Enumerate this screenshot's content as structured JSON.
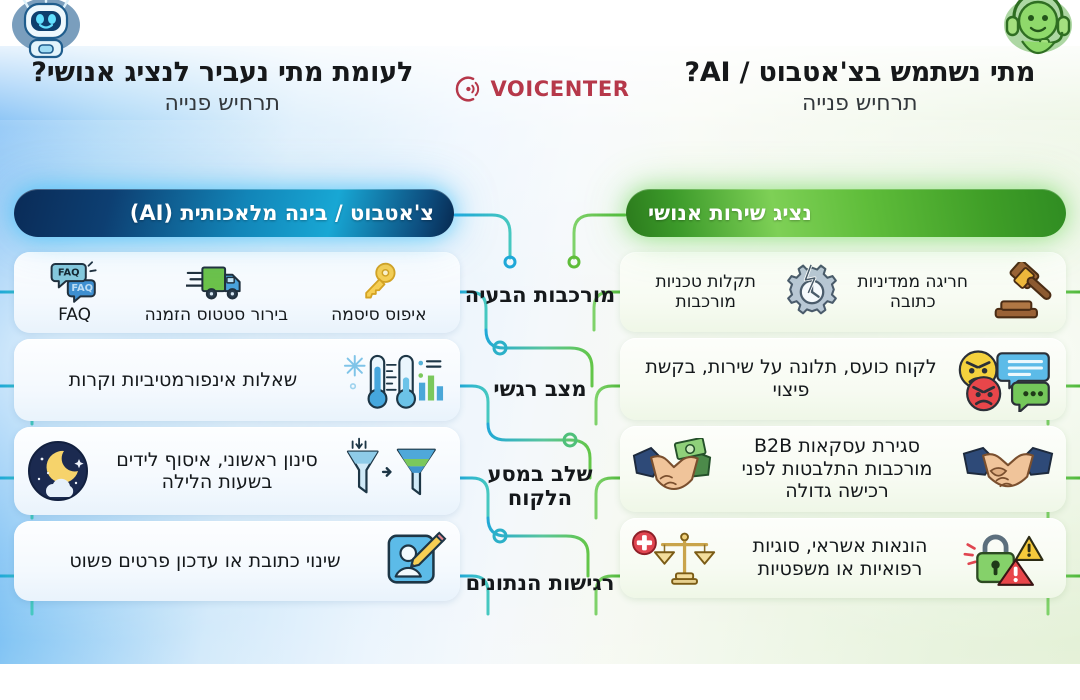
{
  "brand": {
    "name": "VOICENTER",
    "mark_icon": "voicenter-broadcast-icon",
    "color": "#b6384a"
  },
  "header": {
    "right_title": "מתי נשתמש בצ'אטבוט / AI?",
    "right_subtitle": "תרחיש פנייה",
    "left_title": "לעומת מתי נעביר לנציג אנושי?",
    "left_subtitle": "תרחיש פנייה"
  },
  "columns": {
    "ai": {
      "pill_label": "צ'אטבוט / בינה מלאכותית (AI)",
      "avatar_icon": "robot-avatar-icon",
      "accent": "#18a7d4"
    },
    "human": {
      "pill_label": "נציג שירות אנושי",
      "avatar_icon": "headset-agent-avatar-icon",
      "accent": "#5fbd3a"
    }
  },
  "criteria": [
    "מורכבות הבעיה",
    "מצב רגשי",
    "שלב במסע הלקוח",
    "רגישות הנתונים"
  ],
  "ai_rows": [
    {
      "items": [
        {
          "label": "איפוס סיסמה",
          "icon": "key-icon"
        },
        {
          "label": "בירור סטטוס הזמנה",
          "icon": "delivery-truck-icon"
        },
        {
          "label": "FAQ",
          "icon": "faq-speech-bubbles-icon"
        }
      ]
    },
    {
      "text": "שאלות אינפורמטיביות וקרות",
      "icons": [
        "cold-thermometer-icon",
        "snowflake-icon",
        "bar-chart-icon"
      ]
    },
    {
      "text": "סינון ראשוני, איסוף לידים בשעות הלילה",
      "icons": [
        "funnel-filter-icon",
        "night-moon-icon"
      ]
    },
    {
      "text": "שינוי כתובת או עדכון פרטים פשוט",
      "icons": [
        "edit-profile-icon"
      ]
    }
  ],
  "human_rows": [
    {
      "items": [
        {
          "label": "חריגה ממדיניות כתובה",
          "icon": "gavel-icon"
        },
        {
          "label": "תקלות טכניות מורכבות",
          "icon": "broken-gear-icon"
        }
      ]
    },
    {
      "text": "לקוח כועס, תלונה על שירות, בקשת פיצוי",
      "icons": [
        "angry-face-icon",
        "chat-bubbles-icon"
      ]
    },
    {
      "text": "סגירת עסקאות B2B מורכבות התלבטות לפני רכישה גדולה",
      "icons": [
        "handshake-icon",
        "handshake-money-icon"
      ]
    },
    {
      "text": "הונאות אשראי, סוגיות רפואיות או משפטיות",
      "icons": [
        "padlock-alert-icon",
        "medical-cross-icon",
        "justice-scales-icon"
      ]
    }
  ]
}
